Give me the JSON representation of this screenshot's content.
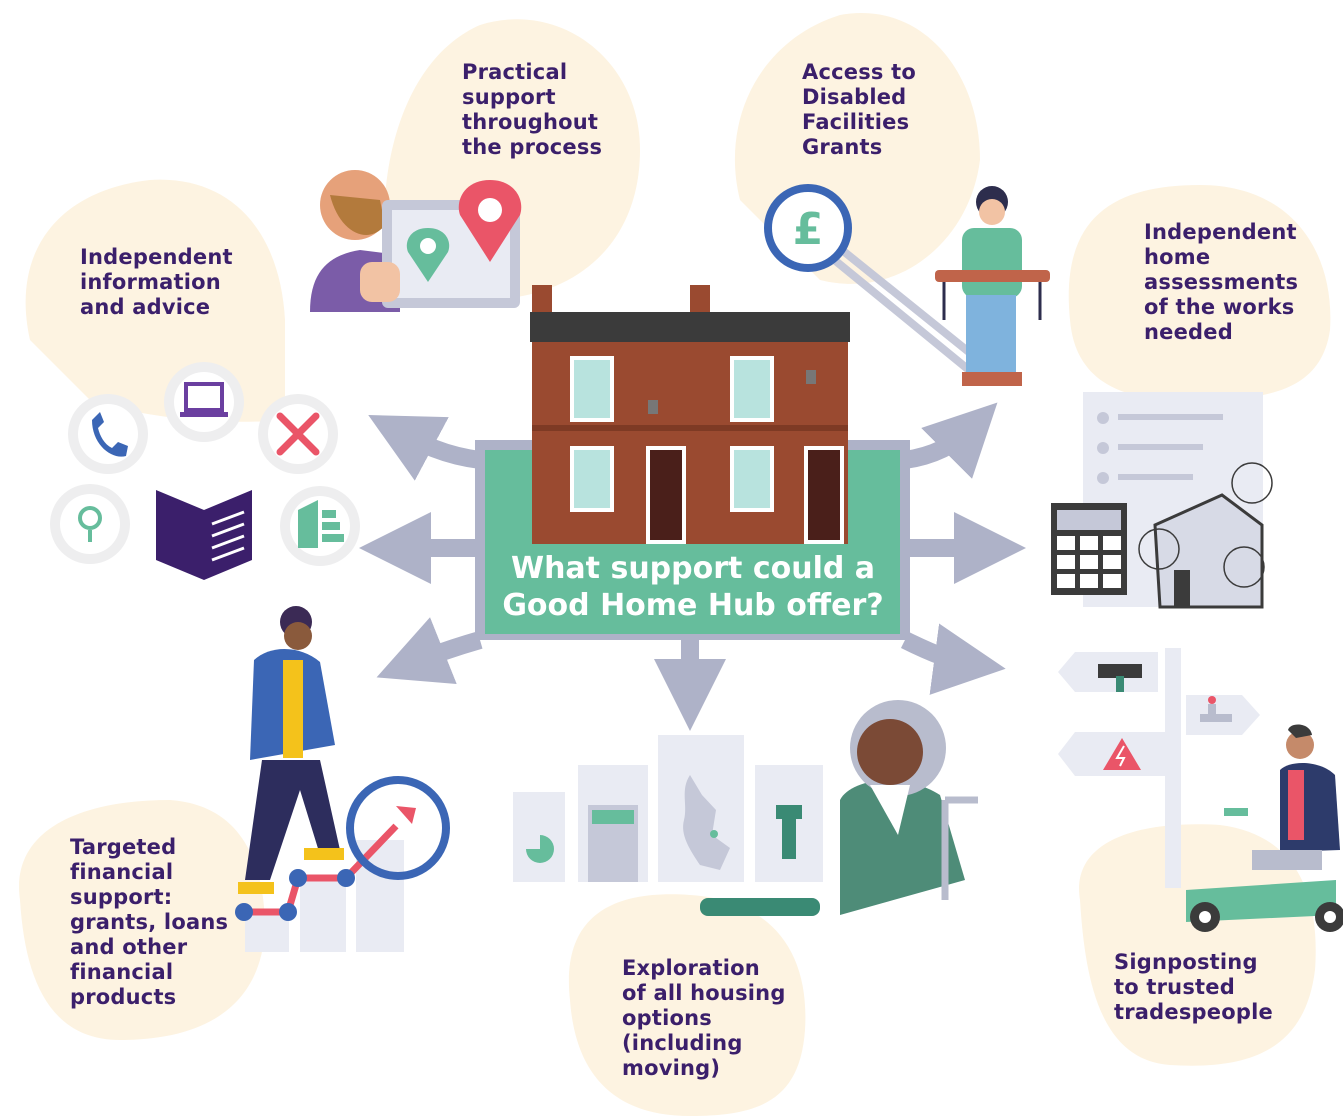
{
  "hub": {
    "title": "What support could a\nGood Home Hub offer?"
  },
  "support_items": [
    {
      "label": "Practical\nsupport\nthroughout\nthe process"
    },
    {
      "label": "Access to\nDisabled\nFacilities\nGrants"
    },
    {
      "label": "Independent\ninformation\nand advice"
    },
    {
      "label": "Independent\nhome\nassessments\nof the works\nneeded"
    },
    {
      "label": "Targeted\nfinancial\nsupport:\ngrants, loans\nand other\nfinancial\nproducts"
    },
    {
      "label": "Exploration\nof all housing\noptions\n(including\nmoving)"
    },
    {
      "label": "Signposting\nto trusted\ntradespeople"
    }
  ],
  "icons": [
    "map-pin-icon",
    "pound-magnifier-icon",
    "phone-icon",
    "laptop-icon",
    "tools-icon",
    "lightbulb-icon",
    "energy-rating-icon",
    "book-icon",
    "calculator-icon",
    "checklist-icon",
    "signpost-icon",
    "hammer-icon",
    "tap-icon",
    "electric-hazard-icon",
    "growth-chart-icon",
    "uk-map-icon",
    "stairlift-icon",
    "house-icon"
  ],
  "colors": {
    "blob": "#fdf3e1",
    "hub_green": "#66bd9c",
    "arrow": "#aeb2c8",
    "text_purple": "#3b1f6b",
    "brick": "#9a4a30",
    "accent_pink": "#ea5568",
    "accent_blue": "#3b66b5"
  }
}
